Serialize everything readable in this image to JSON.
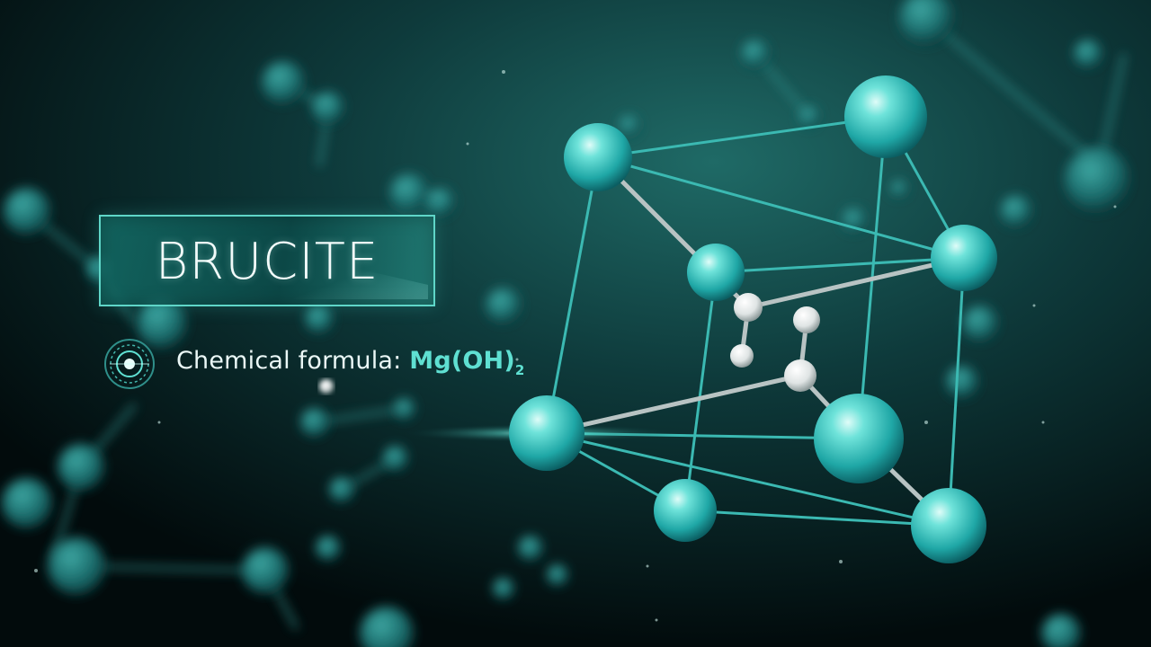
{
  "title": "BRUCITE",
  "formula": {
    "label": "Chemical formula:",
    "base": "Mg(OH)",
    "subscript": "2"
  },
  "icons": {
    "formula_marker": "target-ring-icon"
  },
  "colors": {
    "accent": "#5fe0d2",
    "background": "#031214",
    "atom": "#3cc7c2",
    "hydrogen": "#f0f2f2"
  }
}
